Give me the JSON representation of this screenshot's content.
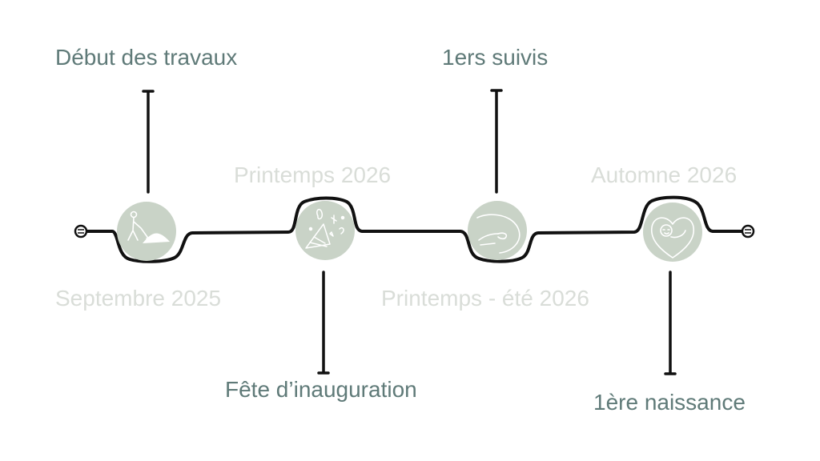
{
  "colors": {
    "event_text": "#5f7a78",
    "date_text": "#d9ddd8",
    "line": "#111111",
    "milestone_fill": "#c9d3c7",
    "icon_stroke": "#ffffff"
  },
  "milestones": [
    {
      "event": "Début des travaux",
      "date": "Septembre 2025",
      "icon": "digging-person-icon"
    },
    {
      "event": "Fête d’inauguration",
      "date": "Printemps 2026",
      "icon": "party-celebration-icon"
    },
    {
      "event": "1ers suivis",
      "date": "Printemps - été 2026",
      "icon": "pregnant-belly-icon"
    },
    {
      "event": "1ère naissance",
      "date": "Automne 2026",
      "icon": "baby-in-heart-icon"
    }
  ]
}
